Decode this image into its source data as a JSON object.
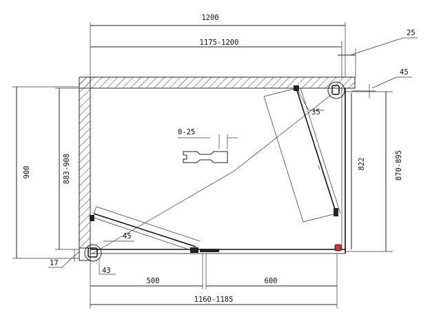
{
  "diagram": {
    "labels": {
      "overall_width": "1200",
      "inner_width": "1175-1200",
      "wall_thickness": "25",
      "corner_angle_top": "45",
      "adjust_range": "0-25",
      "hinge_offset": "35",
      "overall_height": "900",
      "inner_height": "883-908",
      "door_height_right": "822",
      "right_height_range": "870-895",
      "corner_angle_bottom": "45",
      "corner_offset_left": "17",
      "corner_offset_bottom": "43",
      "bottom_left_segment": "500",
      "bottom_right_segment": "600",
      "bottom_range": "1160-1185"
    },
    "colors": {
      "line": "#222222",
      "hinge_accent": "#d83030"
    }
  }
}
